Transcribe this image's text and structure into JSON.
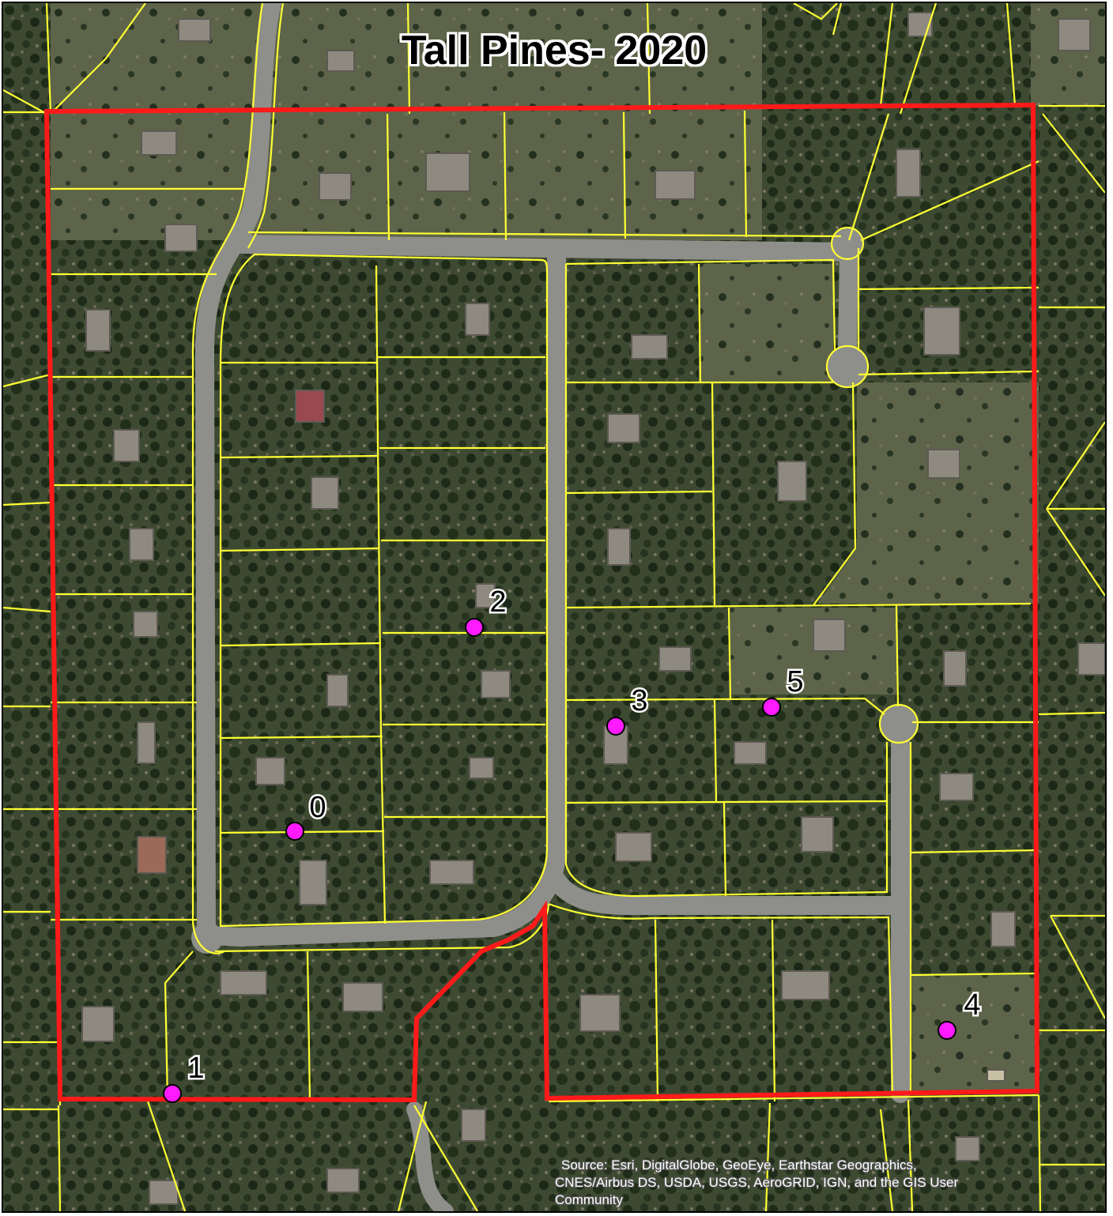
{
  "map": {
    "title": "Tall Pines- 2020",
    "attribution": {
      "line1": "Source: Esri, DigitalGlobe, GeoEye, Earthstar Geographics,",
      "line2": "CNES/Airbus DS, USDA, USGS, AeroGRID, IGN, and the GIS User",
      "line3": "Community"
    },
    "colors": {
      "boundary": "#ff1a1a",
      "parcel_lines": "#ffff33",
      "marker_fill": "#ff1aff",
      "marker_stroke": "#000000",
      "imagery_base": "#3f4a32",
      "road": "#8a8a88"
    },
    "markers": [
      {
        "label": "0"
      },
      {
        "label": "1"
      },
      {
        "label": "2"
      },
      {
        "label": "3"
      },
      {
        "label": "4"
      },
      {
        "label": "5"
      }
    ]
  }
}
